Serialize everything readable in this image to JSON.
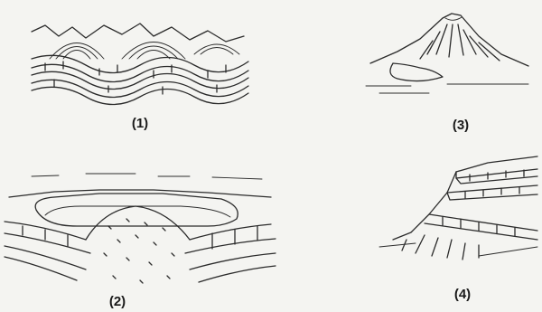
{
  "figures": [
    {
      "label": "(1)",
      "illustration": "folded-strata"
    },
    {
      "label": "(2)",
      "illustration": "intrusive-dome"
    },
    {
      "label": "(3)",
      "illustration": "volcanic-cone"
    },
    {
      "label": "(4)",
      "illustration": "layered-escarpment"
    }
  ]
}
